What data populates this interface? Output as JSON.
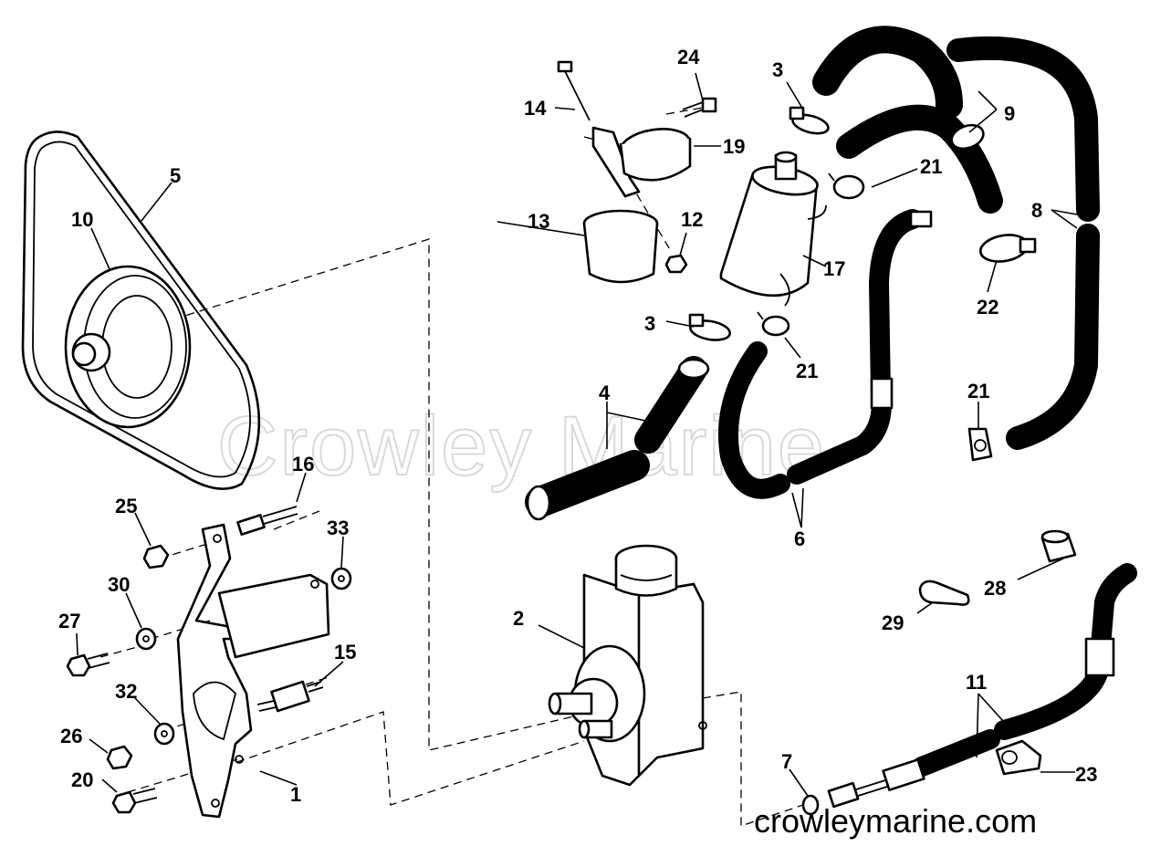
{
  "watermark": "Crowley Marine",
  "footer_site": "crowleymarine.com",
  "parts": [
    {
      "key": "p1",
      "label": "1",
      "part": "mounting-bracket"
    },
    {
      "key": "p2",
      "label": "2",
      "part": "power-steering-pump"
    },
    {
      "key": "p3a",
      "label": "3",
      "part": "hose-clamp"
    },
    {
      "key": "p3b",
      "label": "3",
      "part": "hose-clamp"
    },
    {
      "key": "p4",
      "label": "4",
      "part": "hose"
    },
    {
      "key": "p5",
      "label": "5",
      "part": "drive-belt"
    },
    {
      "key": "p6",
      "label": "6",
      "part": "hose-assembly"
    },
    {
      "key": "p7",
      "label": "7",
      "part": "o-ring"
    },
    {
      "key": "p8",
      "label": "8",
      "part": "hose"
    },
    {
      "key": "p9",
      "label": "9",
      "part": "hose"
    },
    {
      "key": "p10",
      "label": "10",
      "part": "pulley"
    },
    {
      "key": "p11",
      "label": "11",
      "part": "hose-assembly"
    },
    {
      "key": "p12",
      "label": "12",
      "part": "nut"
    },
    {
      "key": "p13",
      "label": "13",
      "part": "sleeve"
    },
    {
      "key": "p14",
      "label": "14",
      "part": "screw"
    },
    {
      "key": "p15",
      "label": "15",
      "part": "spacer-stud"
    },
    {
      "key": "p16",
      "label": "16",
      "part": "stud"
    },
    {
      "key": "p17",
      "label": "17",
      "part": "oil-cooler"
    },
    {
      "key": "p19",
      "label": "19",
      "part": "bracket-clamp"
    },
    {
      "key": "p20",
      "label": "20",
      "part": "screw"
    },
    {
      "key": "p21a",
      "label": "21",
      "part": "clamp"
    },
    {
      "key": "p21b",
      "label": "21",
      "part": "clamp"
    },
    {
      "key": "p21c",
      "label": "21",
      "part": "clamp"
    },
    {
      "key": "p22",
      "label": "22",
      "part": "hose-clamp"
    },
    {
      "key": "p23",
      "label": "23",
      "part": "clamp"
    },
    {
      "key": "p24",
      "label": "24",
      "part": "screw"
    },
    {
      "key": "p25",
      "label": "25",
      "part": "nut"
    },
    {
      "key": "p26",
      "label": "26",
      "part": "nut"
    },
    {
      "key": "p27",
      "label": "27",
      "part": "screw"
    },
    {
      "key": "p28",
      "label": "28",
      "part": "fitting-nut"
    },
    {
      "key": "p29",
      "label": "29",
      "part": "clip"
    },
    {
      "key": "p30",
      "label": "30",
      "part": "washer"
    },
    {
      "key": "p32",
      "label": "32",
      "part": "washer"
    },
    {
      "key": "p33",
      "label": "33",
      "part": "washer"
    }
  ]
}
